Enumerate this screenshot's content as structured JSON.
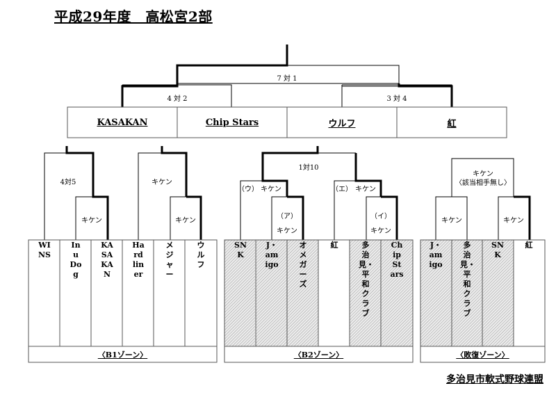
{
  "title": "平成29年度　高松宮2部",
  "organization": "多治見市軟式野球連盟",
  "finals": {
    "top_score": "7 対 1",
    "left_score": "4 対 2",
    "right_score": "3 対 4",
    "teams": [
      "KASAKAN",
      "Chip Stars",
      "ウルフ",
      "紅"
    ]
  },
  "zones": [
    {
      "label": "〈B1ゾーン〉",
      "shaded": false,
      "teams": [
        "WINS",
        "Inu Dog",
        "KASAKAN",
        "Hard liner",
        "メジャー",
        "ウルフ"
      ],
      "labels": {
        "m1": "4対5",
        "m2": "キケン",
        "m3": "キケン",
        "m4": "キケン"
      }
    },
    {
      "label": "〈B2ゾーン〉",
      "shaded": true,
      "teams": [
        "SNK",
        "J・amigo",
        "オメガーズ",
        "紅",
        "多治見・平和クラブ",
        "Chip Stars"
      ],
      "labels": {
        "top": "1対10",
        "l_tag": "（ウ）",
        "l": "キケン",
        "la_tag": "（ア）",
        "la": "キケン",
        "r_tag": "（エ）",
        "r": "キケン",
        "ri_tag": "（イ）",
        "ri": "キケン"
      }
    },
    {
      "label": "〈敗復ゾーン〉",
      "shaded": true,
      "teams": [
        "J・amigo",
        "多治見・平和クラブ",
        "SNK",
        "紅"
      ],
      "labels": {
        "top": "キケン",
        "top_note": "〈該当相手無し〉",
        "l": "キケン",
        "r": "キケン"
      }
    }
  ]
}
